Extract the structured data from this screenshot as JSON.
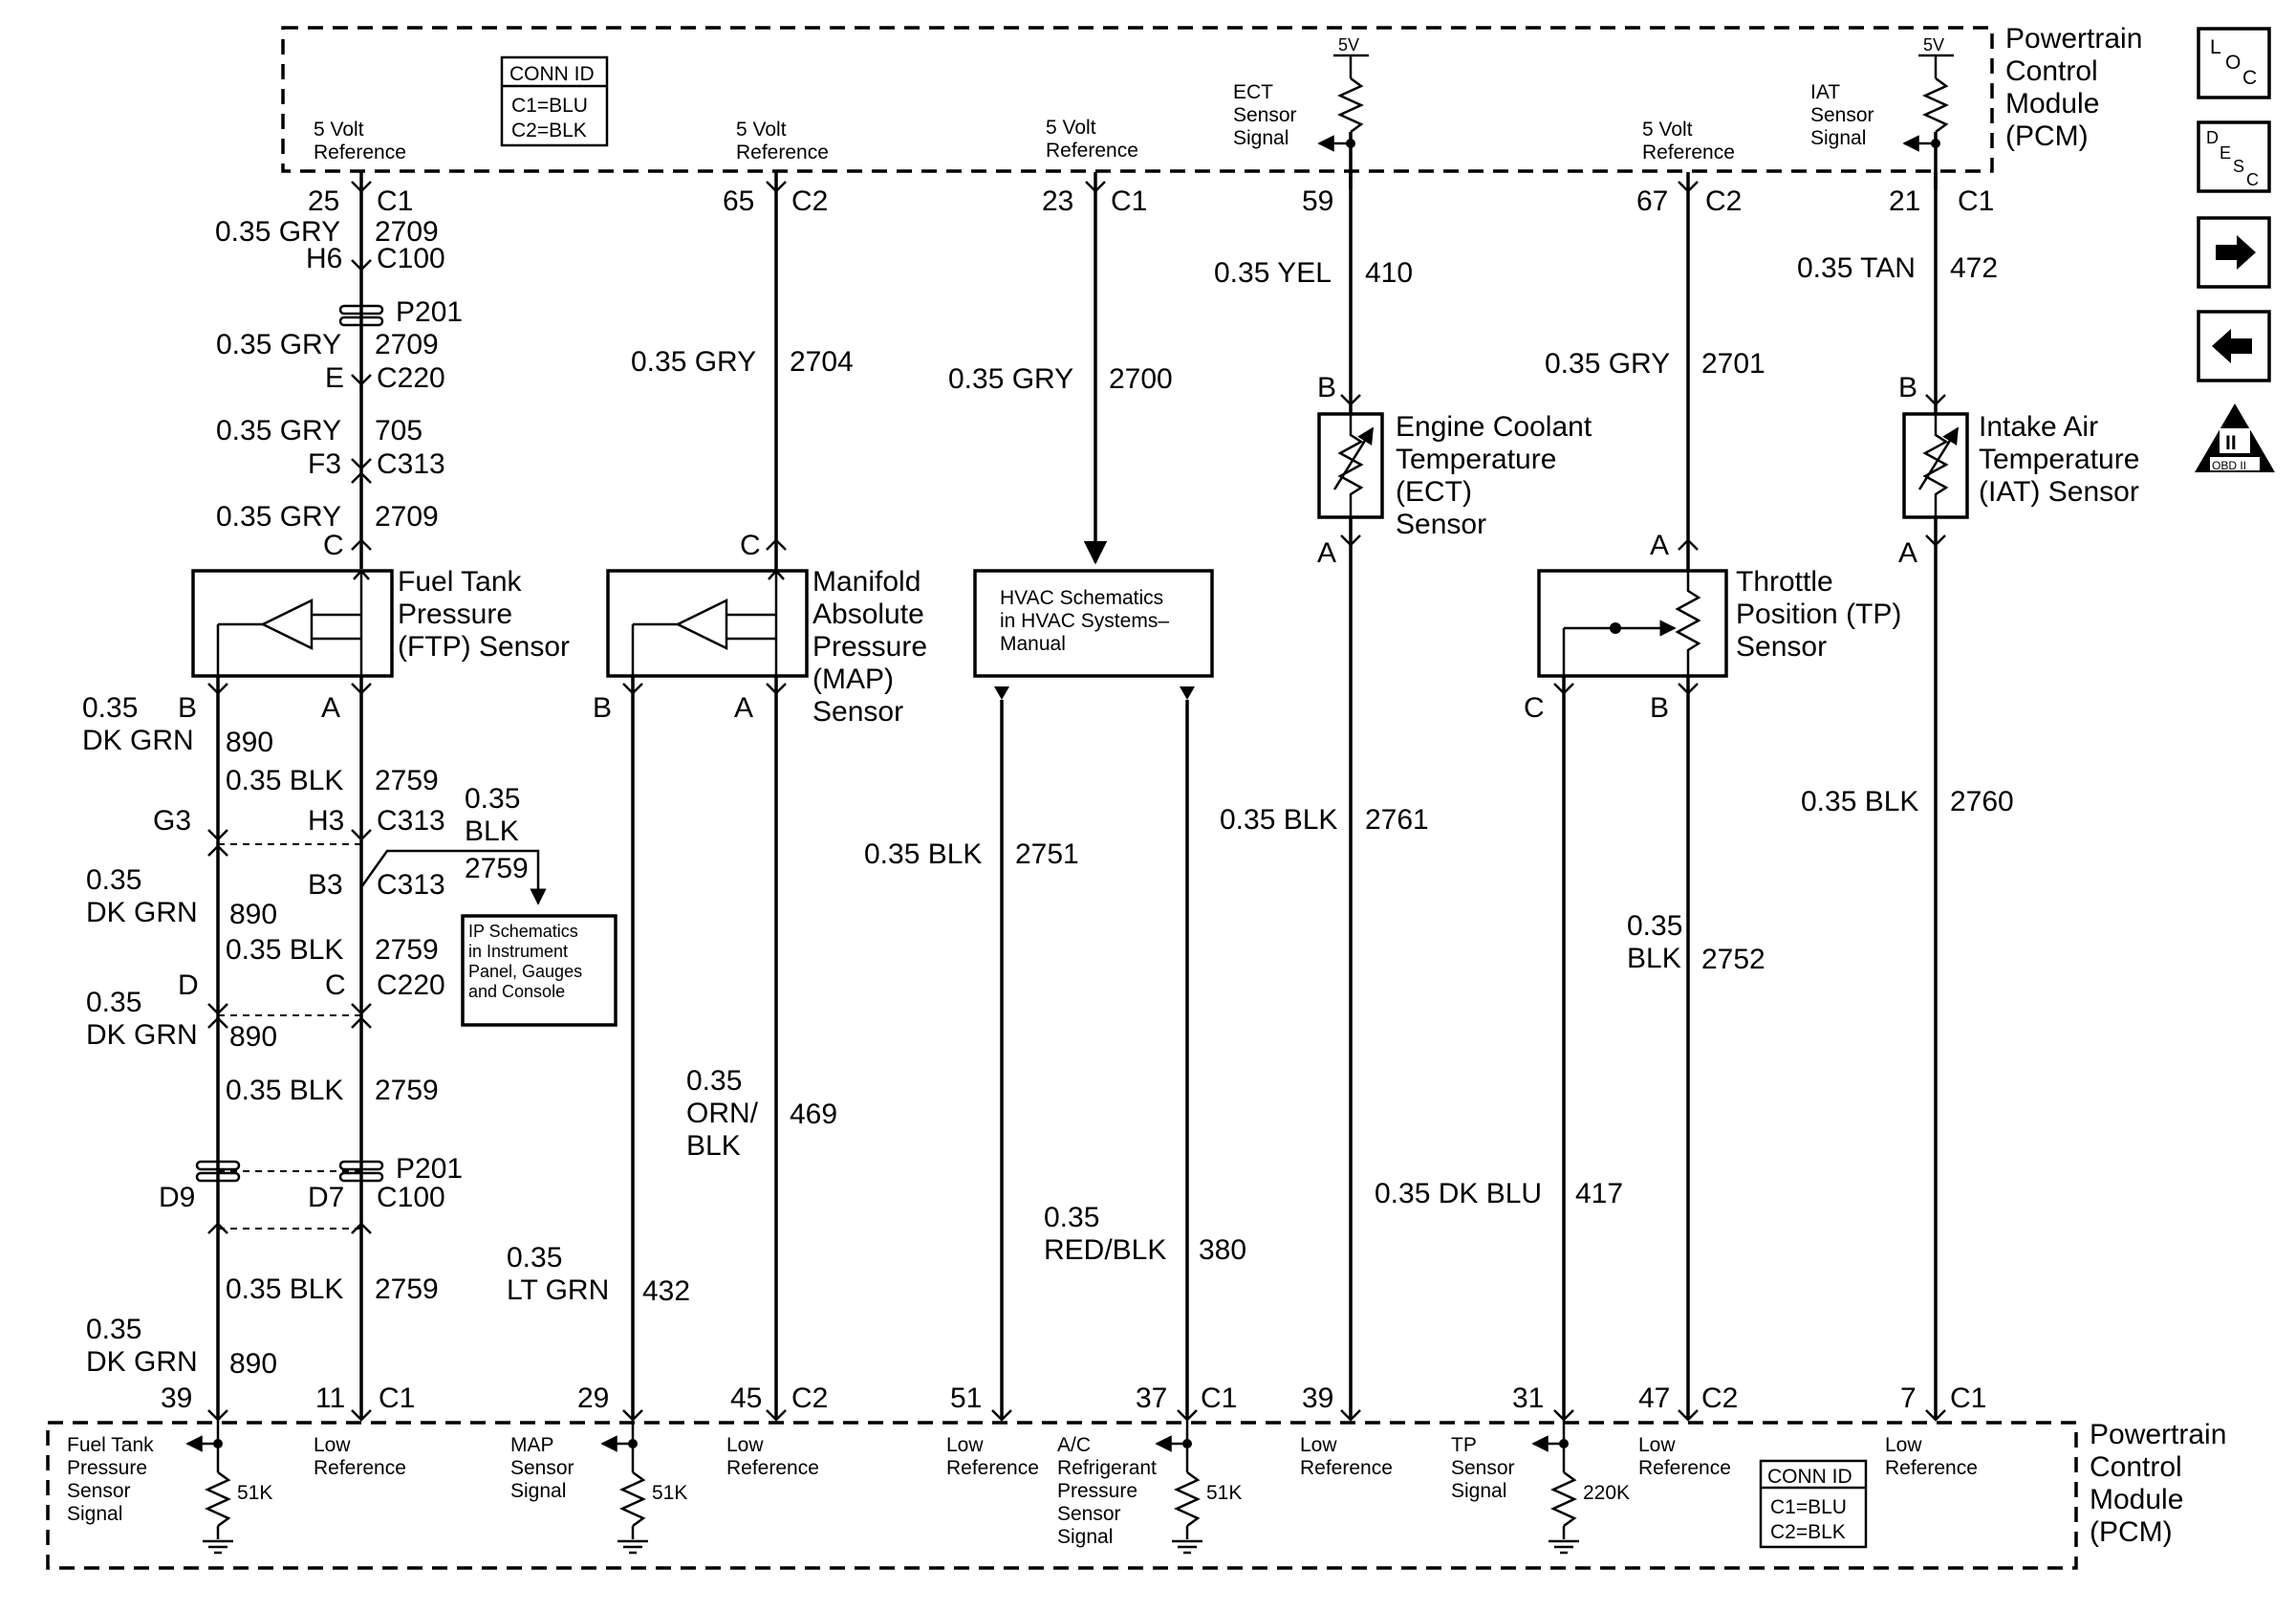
{
  "pcm_top": {
    "title": "Powertrain\nControl\nModule\n(PCM)"
  },
  "pcm_bottom": {
    "title": "Powertrain\nControl\nModule\n(PCM)"
  },
  "conn_id_top": {
    "title": "CONN ID",
    "lines": [
      "C1=BLU",
      "C2=BLK"
    ]
  },
  "conn_id_bottom": {
    "title": "CONN ID",
    "lines": [
      "C1=BLU",
      "C2=BLK"
    ]
  },
  "side_buttons": [
    "LOC",
    "DESC",
    "next",
    "previous",
    "OBD II"
  ],
  "top_refs": [
    {
      "text": "5 Volt\nReference"
    },
    {
      "text": "5 Volt\nReference"
    },
    {
      "text": "5 Volt\nReference"
    },
    {
      "text": "5 Volt\nReference"
    }
  ],
  "top_signals": [
    {
      "text": "ECT\nSensor\nSignal",
      "voltage": "5V"
    },
    {
      "text": "IAT\nSensor\nSignal",
      "voltage": "5V"
    }
  ],
  "top_pins": [
    {
      "pin": "25",
      "conn": "C1"
    },
    {
      "pin": "65",
      "conn": "C2"
    },
    {
      "pin": "23",
      "conn": "C1"
    },
    {
      "pin": "59",
      "conn": ""
    },
    {
      "pin": "67",
      "conn": "C2"
    },
    {
      "pin": "21",
      "conn": "C1"
    }
  ],
  "wire_labels": [
    {
      "wire": "0.35 GRY",
      "circuit": "2709"
    },
    {
      "wire": "0.35 GRY",
      "circuit": "2709"
    },
    {
      "wire": "0.35 GRY",
      "circuit": "705"
    },
    {
      "wire": "0.35 GRY",
      "circuit": "2709"
    },
    {
      "wire": "0.35 GRY",
      "circuit": "2704"
    },
    {
      "wire": "0.35 GRY",
      "circuit": "2700"
    },
    {
      "wire": "0.35 YEL",
      "circuit": "410"
    },
    {
      "wire": "0.35 GRY",
      "circuit": "2701"
    },
    {
      "wire": "0.35 TAN",
      "circuit": "472"
    },
    {
      "wire": "0.35\nDK GRN",
      "circuit": "890"
    },
    {
      "wire": "0.35 BLK",
      "circuit": "2759"
    },
    {
      "wire": "0.35\nBLK",
      "circuit": "2759"
    },
    {
      "wire": "0.35\nDK GRN",
      "circuit": "890"
    },
    {
      "wire": "0.35 BLK",
      "circuit": "2759"
    },
    {
      "wire": "0.35\nDK GRN",
      "circuit": "890"
    },
    {
      "wire": "0.35 BLK",
      "circuit": "2759"
    },
    {
      "wire": "0.35 BLK",
      "circuit": "2759"
    },
    {
      "wire": "0.35\nDK GRN",
      "circuit": "890"
    },
    {
      "wire": "0.35\nLT GRN",
      "circuit": "432"
    },
    {
      "wire": "0.35\nORN/\nBLK",
      "circuit": "469"
    },
    {
      "wire": "0.35 BLK",
      "circuit": "2751"
    },
    {
      "wire": "0.35\nRED/BLK",
      "circuit": "380"
    },
    {
      "wire": "0.35 BLK",
      "circuit": "2761"
    },
    {
      "wire": "0.35 DK BLU",
      "circuit": "417"
    },
    {
      "wire": "0.35\nBLK",
      "circuit": "2752"
    },
    {
      "wire": "0.35 BLK",
      "circuit": "2760"
    }
  ],
  "connectors": [
    {
      "pin": "H6",
      "conn": "C100"
    },
    {
      "pin": "",
      "conn": "P201"
    },
    {
      "pin": "E",
      "conn": "C220"
    },
    {
      "pin": "F3",
      "conn": "C313"
    },
    {
      "pin": "G3",
      "conn": ""
    },
    {
      "pin": "H3",
      "conn": "C313"
    },
    {
      "pin": "B3",
      "conn": "C313"
    },
    {
      "pin": "D",
      "conn": ""
    },
    {
      "pin": "C",
      "conn": "C220"
    },
    {
      "pin": "",
      "conn": "P201"
    },
    {
      "pin": "D9",
      "conn": ""
    },
    {
      "pin": "D7",
      "conn": "C100"
    }
  ],
  "sensors": [
    {
      "name": "Fuel Tank\nPressure\n(FTP) Sensor",
      "pins": [
        "C",
        "B",
        "A"
      ]
    },
    {
      "name": "Manifold\nAbsolute\nPressure\n(MAP)\nSensor",
      "pins": [
        "C",
        "B",
        "A"
      ]
    },
    {
      "name": "Engine Coolant\nTemperature\n(ECT)\nSensor",
      "pins": [
        "B",
        "A"
      ]
    },
    {
      "name": "Throttle\nPosition (TP)\nSensor",
      "pins": [
        "A",
        "C",
        "B"
      ]
    },
    {
      "name": "Intake Air\nTemperature\n(IAT) Sensor",
      "pins": [
        "B",
        "A"
      ]
    }
  ],
  "hvac_box": {
    "text": "HVAC Schematics\nin HVAC Systems–\nManual"
  },
  "ip_box": {
    "text": "IP Schematics\nin Instrument\nPanel, Gauges\nand Console"
  },
  "bottom_pins": [
    {
      "pin": "39",
      "conn": ""
    },
    {
      "pin": "11",
      "conn": "C1"
    },
    {
      "pin": "29",
      "conn": ""
    },
    {
      "pin": "45",
      "conn": "C2"
    },
    {
      "pin": "51",
      "conn": ""
    },
    {
      "pin": "37",
      "conn": "C1"
    },
    {
      "pin": "39",
      "conn": ""
    },
    {
      "pin": "31",
      "conn": ""
    },
    {
      "pin": "47",
      "conn": "C2"
    },
    {
      "pin": "7",
      "conn": "C1"
    }
  ],
  "bottom_labels": [
    {
      "text": "Fuel Tank\nPressure\nSensor\nSignal"
    },
    {
      "text": "Low\nReference"
    },
    {
      "text": "MAP\nSensor\nSignal"
    },
    {
      "text": "Low\nReference"
    },
    {
      "text": "Low\nReference"
    },
    {
      "text": "A/C\nRefrigerant\nPressure\nSensor\nSignal"
    },
    {
      "text": "Low\nReference"
    },
    {
      "text": "TP\nSensor\nSignal"
    },
    {
      "text": "Low\nReference"
    },
    {
      "text": "Low\nReference"
    }
  ],
  "resistors": [
    {
      "value": "51K"
    },
    {
      "value": "51K"
    },
    {
      "value": "51K"
    },
    {
      "value": "220K"
    }
  ]
}
